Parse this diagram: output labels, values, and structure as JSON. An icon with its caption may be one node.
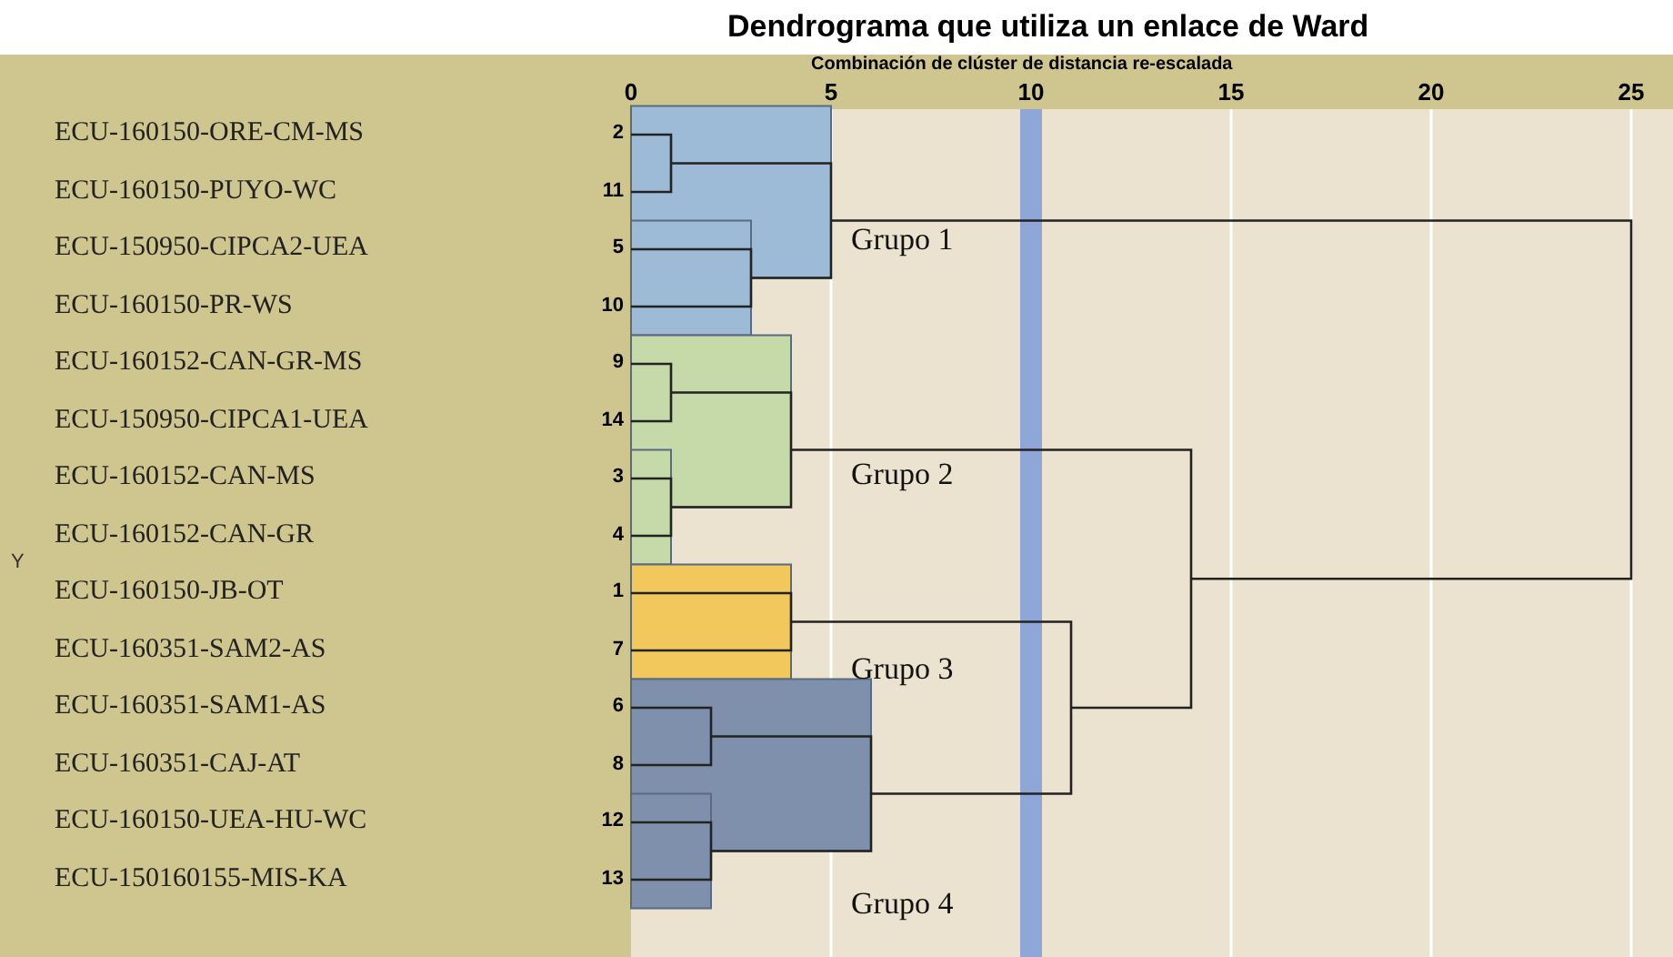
{
  "diagram": {
    "title": "Dendrograma que utiliza un enlace de Ward",
    "labels": [
      "Combinación de clúster de distancia re-escalada",
      "0",
      "5",
      "10",
      "15",
      "20",
      "25",
      "ECU-160150-ORE-CM-MS",
      "2",
      "ECU-160150-PUYO-WC",
      "11",
      "ECU-150950-CIPCA2-UEA",
      "5",
      "ECU-160150-PR-WS",
      "10",
      "ECU-160152-CAN-GR-MS",
      "9",
      "ECU-150950-CIPCA1-UEA",
      "14",
      "ECU-160152-CAN-MS",
      "3",
      "ECU-160152-CAN-GR",
      "4",
      "ECU-160150-JB-OT",
      "1",
      "ECU-160351-SAM2-AS",
      "7",
      "ECU-160351-SAM1-AS",
      "6",
      "ECU-160351-CAJ-AT",
      "8",
      "ECU-160150-UEA-HU-WC",
      "12",
      "ECU-150160155-MIS-KA",
      "13",
      "Y",
      "Grupo 1",
      "Grupo 2",
      "Grupo 3",
      "Grupo 4"
    ]
  }
}
